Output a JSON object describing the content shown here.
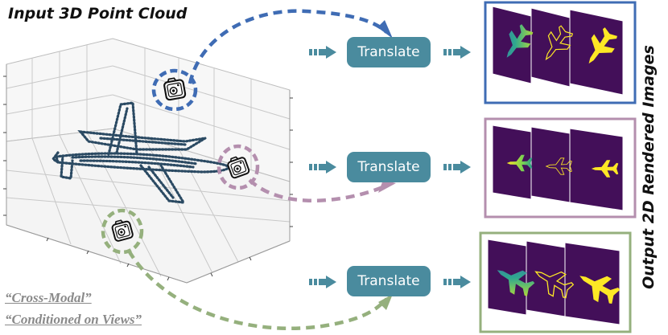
{
  "title": "Input 3D Point Cloud",
  "side_label": "Output 2D Rendered Images",
  "quotes": [
    "“Cross-Modal”",
    "“Conditioned on Views”"
  ],
  "translate_label": "Translate",
  "colors": {
    "blue": "#3f6cb4",
    "pink": "#b48fae",
    "green": "#95b07d",
    "button": "#4a8b9e",
    "panel": "#430f59",
    "yellow": "#fde725",
    "teal": "#3fa98e",
    "points": "#2b4a63"
  },
  "icons": [
    "camera-icon",
    "arrow-icon",
    "airplane-icon"
  ]
}
